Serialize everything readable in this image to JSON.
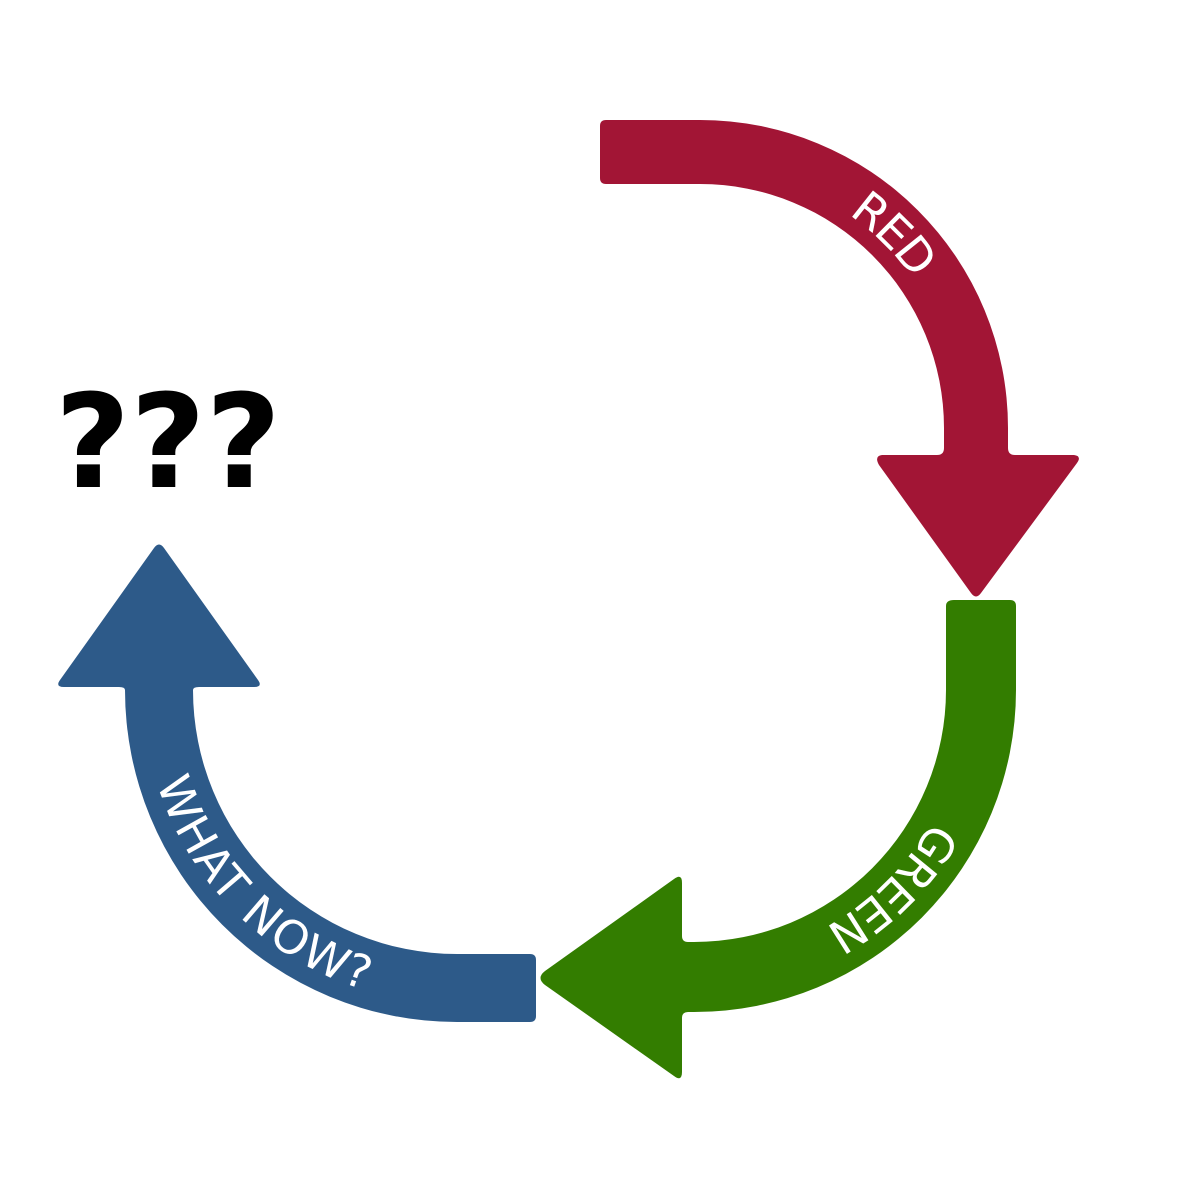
{
  "question_marks": "???",
  "arrows": [
    {
      "label": "RED",
      "color": "#a21535"
    },
    {
      "label": "GREEN",
      "color": "#337d00"
    },
    {
      "label": "WHAT NOW?",
      "color": "#2d5a89"
    }
  ]
}
